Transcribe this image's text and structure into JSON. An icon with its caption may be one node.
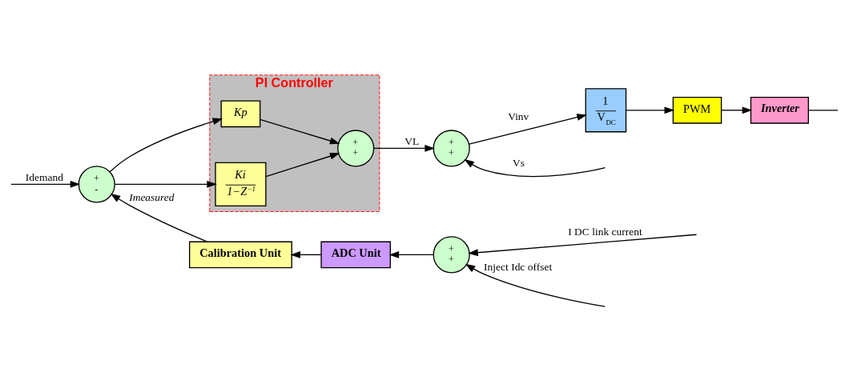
{
  "diagram": {
    "nodes": [
      {
        "text": [
          "PI Controller"
        ]
      },
      {
        "text": [
          "+",
          "-"
        ]
      },
      {
        "text": [
          "Kp"
        ],
        "in": 0
      },
      {
        "text": [
          "Ki",
          "1−Z$^{−1}$"
        ],
        "in": 0
      },
      {
        "text": [
          "+",
          "+"
        ],
        "in": 0
      },
      {
        "text": [
          "+",
          "+"
        ]
      },
      {
        "text": [
          "1",
          "V$_{DC}$"
        ]
      },
      {
        "text": [
          "PWM"
        ]
      },
      {
        "text": [
          "Inverter"
        ]
      },
      {
        "text": [
          "+",
          "+"
        ]
      },
      {
        "text": [
          "ADC Unit"
        ]
      },
      {
        "text": [
          "Calibration Unit"
        ]
      }
    ],
    "edges": [
      {
        "from": null,
        "to": 1,
        "arrow": "to",
        "label": "Idemand"
      },
      {
        "from": 1,
        "to": 2,
        "arrow": "to"
      },
      {
        "from": 1,
        "to": 3,
        "arrow": "to"
      },
      {
        "from": 2,
        "to": 4,
        "arrow": "to"
      },
      {
        "from": 3,
        "to": 4,
        "arrow": "to"
      },
      {
        "from": 4,
        "to": 5,
        "arrow": "to",
        "label": "VL"
      },
      {
        "from": null,
        "to": 5,
        "arrow": "to",
        "label": "Vs"
      },
      {
        "from": 5,
        "to": 6,
        "arrow": "to",
        "label": "Vinv"
      },
      {
        "from": 6,
        "to": 7,
        "arrow": "to"
      },
      {
        "from": 7,
        "to": 8,
        "arrow": "to"
      },
      {
        "from": 8,
        "to": null,
        "arrow": "none"
      },
      {
        "from": null,
        "to": 9,
        "arrow": "to",
        "label": "I DC link current"
      },
      {
        "from": null,
        "to": 9,
        "arrow": "to",
        "label": "Inject Idc offset"
      },
      {
        "from": 9,
        "to": 10,
        "arrow": "to"
      },
      {
        "from": 10,
        "to": 11,
        "arrow": "to"
      },
      {
        "from": 11,
        "to": 1,
        "arrow": "to",
        "label": "Imeasured"
      }
    ]
  }
}
